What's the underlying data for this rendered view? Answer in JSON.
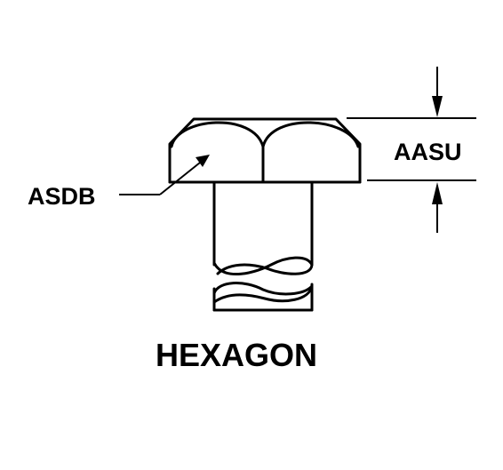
{
  "labels": {
    "height_callout": "AASU",
    "head_callout": "ASDB",
    "caption": "HEXAGON"
  },
  "colors": {
    "ink": "#000000",
    "background": "#ffffff"
  }
}
